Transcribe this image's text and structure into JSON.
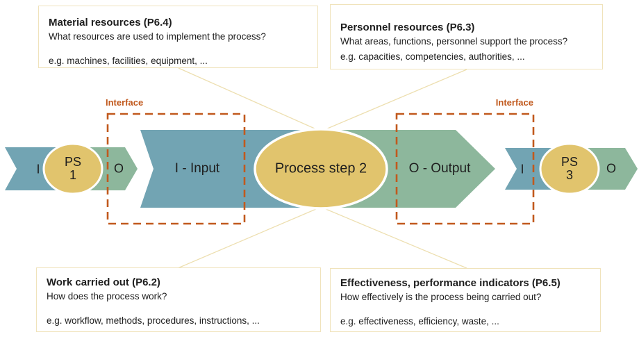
{
  "colors": {
    "teal": "#72a4b3",
    "green": "#8db79c",
    "yellow": "#e1c46d",
    "orange": "#c1591d",
    "pale_border": "#f0e3bb",
    "connector_line": "#eddfb0",
    "text": "#1e1e1e"
  },
  "boxes": {
    "material": {
      "title": "Material resources (P6.4)",
      "question": "What resources are used to implement the process?",
      "example": "e.g. machines, facilities, equipment, ..."
    },
    "personnel": {
      "title": "Personnel resources (P6.3)",
      "question": "What areas, functions, personnel support the process?",
      "example": "e.g. capacities, competencies, authorities, ..."
    },
    "work": {
      "title": "Work carried out (P6.2)",
      "question": "How does the process work?",
      "example": "e.g. workflow, methods, procedures, instructions, ..."
    },
    "effectiveness": {
      "title": "Effectiveness, performance indicators (P6.5)",
      "question": "How effectively is the process being carried out?",
      "example": "e.g. effectiveness, efficiency, waste, ..."
    }
  },
  "flow": {
    "interface_label": "Interface",
    "left_feeder": {
      "input_letter": "I",
      "output_letter": "O",
      "step": {
        "line1": "PS",
        "line2": "1"
      }
    },
    "right_feeder": {
      "input_letter": "I",
      "output_letter": "O",
      "step": {
        "line1": "PS",
        "line2": "3"
      }
    },
    "input_arrow_label": "I - Input",
    "process_step_label": "Process step 2",
    "output_arrow_label": "O - Output"
  }
}
